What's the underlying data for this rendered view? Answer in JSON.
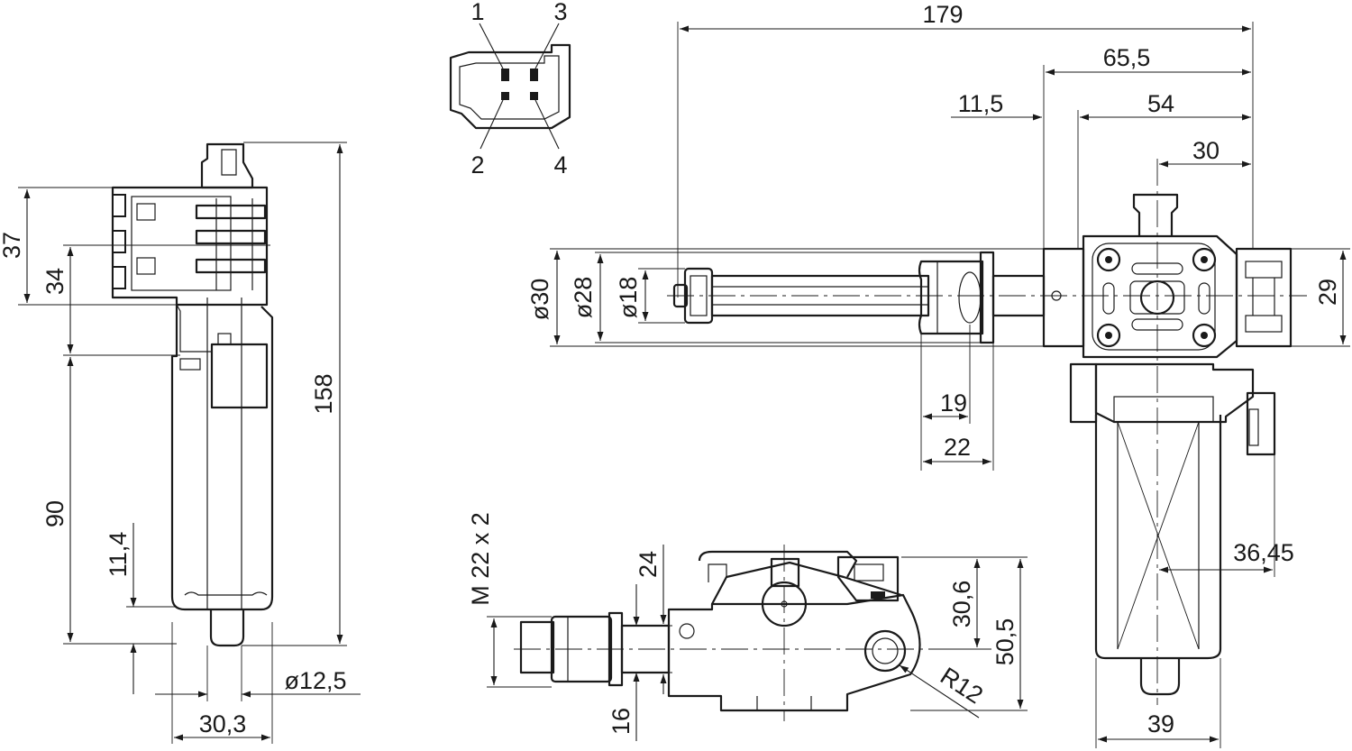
{
  "connector": {
    "pins": [
      "1",
      "2",
      "3",
      "4"
    ]
  },
  "dimensions": {
    "d179": "179",
    "d65_5": "65,5",
    "d11_5": "11,5",
    "d54": "54",
    "d30_top": "30",
    "d29": "29",
    "dia30": "ø30",
    "dia28": "ø28",
    "dia18": "ø18",
    "d19": "19",
    "d22": "22",
    "d36_45": "36,45",
    "d39": "39",
    "d37": "37",
    "d34": "34",
    "d158": "158",
    "d90": "90",
    "d11_4": "11,4",
    "dia12_5": "ø12,5",
    "d30_3": "30,3",
    "thread": "M 22 x 2",
    "d24": "24",
    "d16": "16",
    "d30_6": "30,6",
    "d50_5": "50,5",
    "r12": "R12"
  }
}
